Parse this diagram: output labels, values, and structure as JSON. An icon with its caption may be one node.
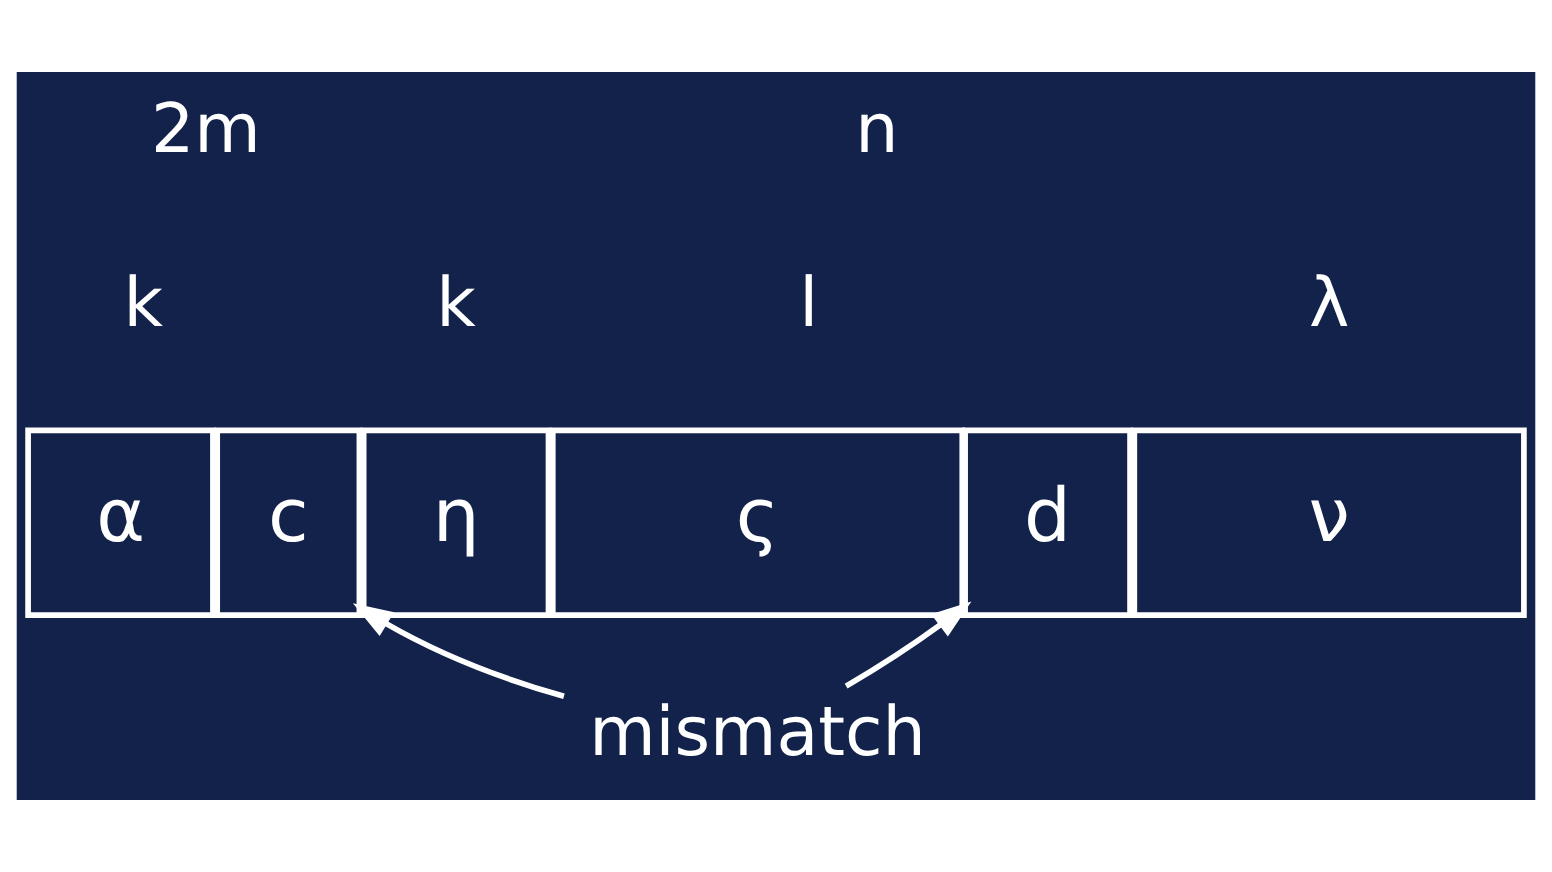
{
  "diagram": {
    "nodes": [
      {
        "text": [
          "α"
        ]
      },
      {
        "text": [
          "c"
        ]
      },
      {
        "text": [
          "η"
        ]
      },
      {
        "text": [
          "ς"
        ]
      },
      {
        "text": [
          "d"
        ]
      },
      {
        "text": [
          "ν"
        ]
      },
      {
        "text": [
          "mismatch"
        ]
      }
    ],
    "edges": [
      {
        "from": 6,
        "to": 1,
        "arrow": "to"
      },
      {
        "from": 6,
        "to": 4,
        "arrow": "to"
      }
    ],
    "labels": [
      "2m",
      "n",
      "k",
      "k",
      "l",
      "λ"
    ]
  }
}
